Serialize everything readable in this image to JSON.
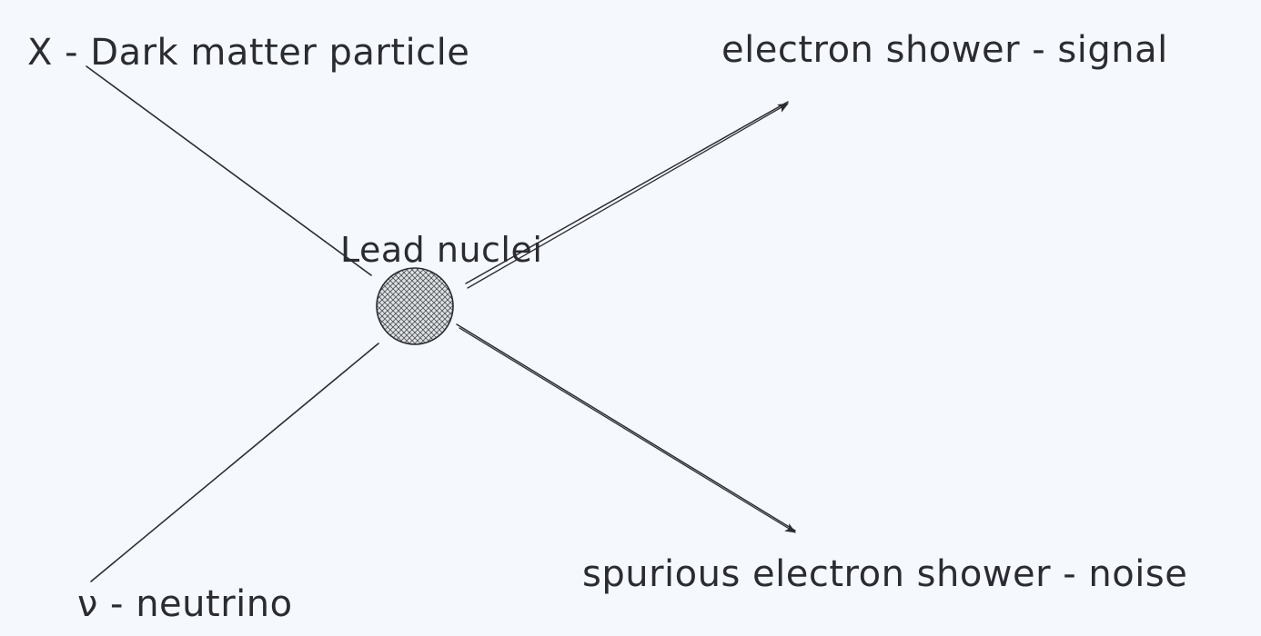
{
  "diagram": {
    "labels": {
      "dark_matter": "X - Dark matter particle",
      "signal": "electron shower - signal",
      "nucleus": "Lead nuclei",
      "noise": "spurious electron shower - noise",
      "neutrino": "ν - neutrino"
    },
    "colors": {
      "background": "#f5f8fd",
      "ink": "#2b2b33",
      "nucleus_fill": "#c7ccd3"
    }
  }
}
